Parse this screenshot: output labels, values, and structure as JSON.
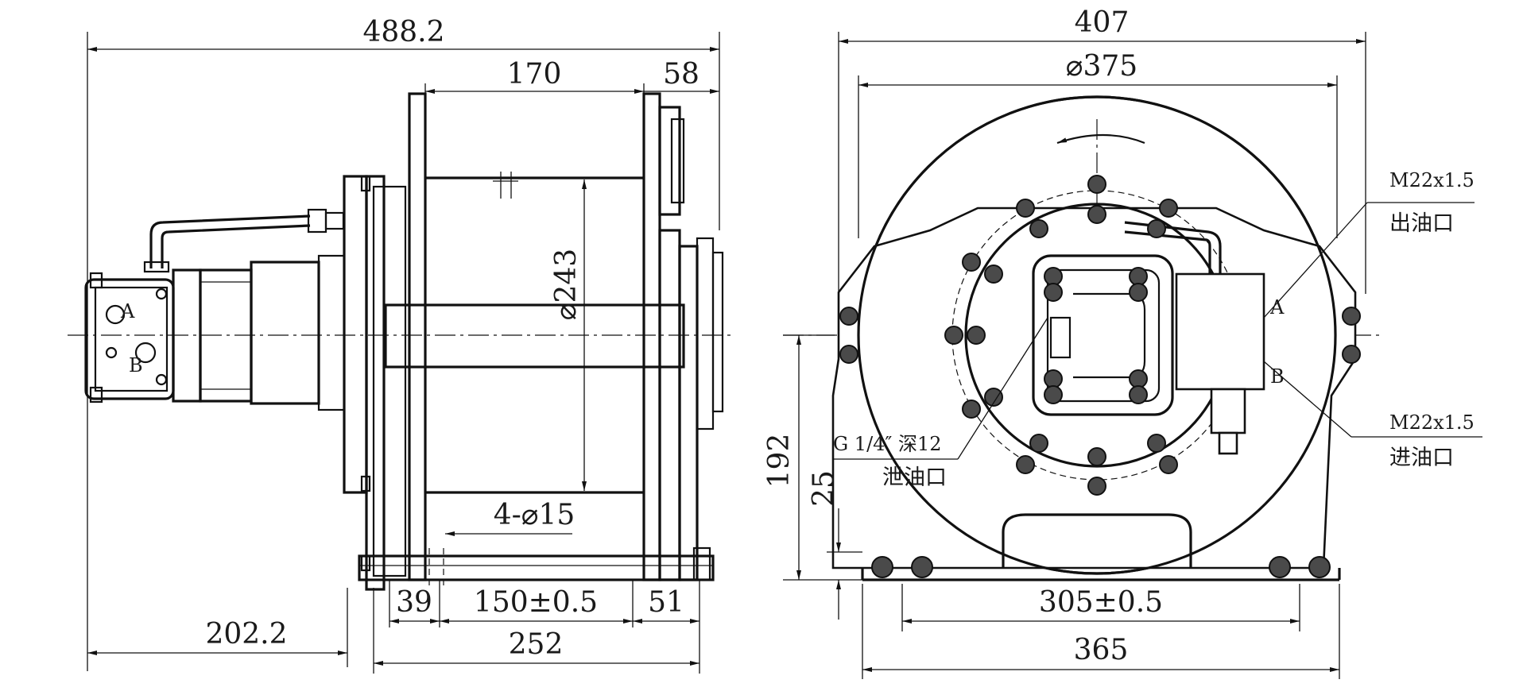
{
  "side_view": {
    "dims": {
      "overall_length": "488.2",
      "drum_width": "170",
      "flange_offset": "58",
      "drum_diameter": "⌀243",
      "hole_spec": "4-⌀15",
      "foot_left": "39",
      "foot_spacing": "150±0.5",
      "foot_right": "51",
      "foot_total": "252",
      "motor_overhang": "202.2"
    },
    "ports": {
      "a": "A",
      "b": "B"
    }
  },
  "front_view": {
    "dims": {
      "overall_width": "407",
      "flange_diameter": "⌀375",
      "center_height": "192",
      "base_thickness": "25",
      "bolt_spacing": "305±0.5",
      "base_width": "365"
    },
    "annotations": {
      "outlet_thread": "M22x1.5",
      "outlet_label": "出油口",
      "inlet_thread": "M22x1.5",
      "inlet_label": "进油口",
      "drain_thread": "G 1/4″ 深12",
      "drain_label": "泄油口"
    },
    "ports": {
      "a": "A",
      "b": "B"
    }
  }
}
